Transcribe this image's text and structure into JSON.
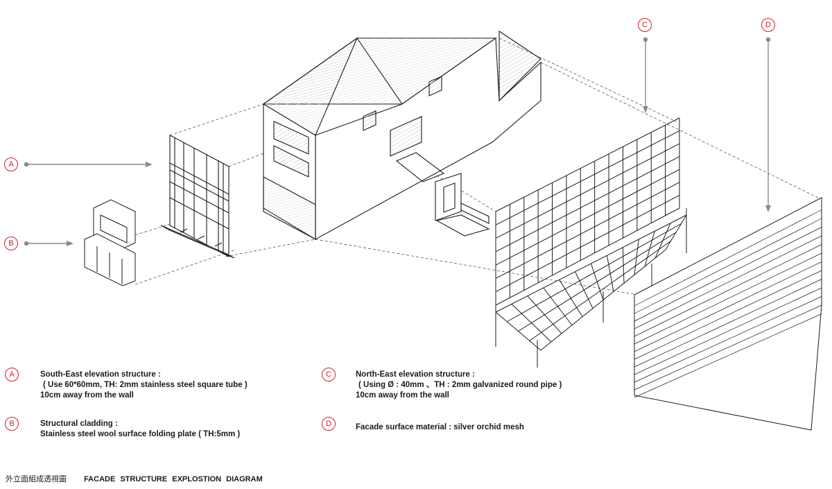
{
  "markers": [
    {
      "id": "A",
      "label": "A"
    },
    {
      "id": "B",
      "label": "B"
    },
    {
      "id": "C",
      "label": "C"
    },
    {
      "id": "D",
      "label": "D"
    }
  ],
  "notes": {
    "a": {
      "badge": "A",
      "title": "South-East elevation structure :",
      "line1": "( Use 60*60mm, TH: 2mm stainless steel square tube )",
      "line2": "10cm away from the wall"
    },
    "b": {
      "badge": "B",
      "title": "Structural cladding :",
      "line1": "Stainless steel wool surface folding plate ( TH:5mm )"
    },
    "c": {
      "badge": "C",
      "title": "North-East elevation structure :",
      "line1": "( Using Ø : 40mm 、TH : 2mm galvanized round pipe )",
      "line2": "10cm away from the wall"
    },
    "d": {
      "badge": "D",
      "title": "Facade surface material : silver orchid mesh"
    }
  },
  "footer": {
    "title_zh": "外立面組成透視圖",
    "title_en": "FACADE  STRUCTURE  EXPLOSTION  DIAGRAM"
  },
  "colors": {
    "accent": "#d21e25",
    "line": "#1a1a1a",
    "leader": "#8a8a8a",
    "hatch": "#cfcfcf"
  }
}
